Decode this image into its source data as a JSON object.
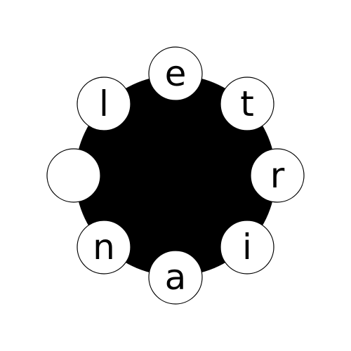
{
  "puzzle": {
    "colors": {
      "background": "#ffffff",
      "hub": "#000000",
      "tile_fill": "#ffffff",
      "tile_border": "#000000",
      "letter": "#000000"
    },
    "tiles": [
      {
        "position": "top",
        "letter": "e"
      },
      {
        "position": "top-right",
        "letter": "t"
      },
      {
        "position": "right",
        "letter": "r"
      },
      {
        "position": "bottom-right",
        "letter": "i"
      },
      {
        "position": "bottom",
        "letter": "a"
      },
      {
        "position": "bottom-left",
        "letter": "n"
      },
      {
        "position": "left",
        "letter": ""
      },
      {
        "position": "top-left",
        "letter": "l"
      }
    ]
  }
}
